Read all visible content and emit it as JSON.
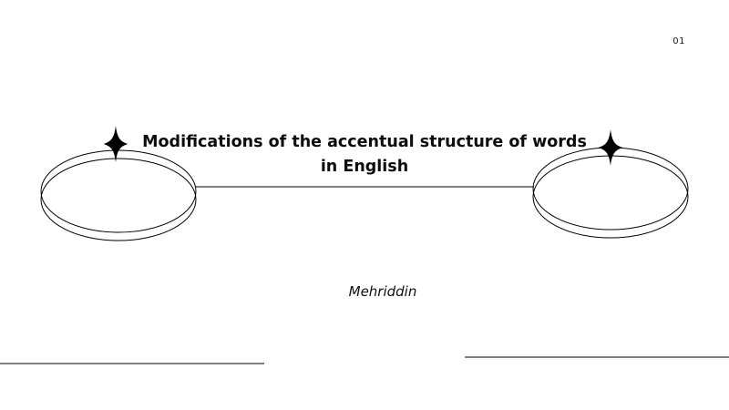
{
  "slide": {
    "page_number": "01",
    "title": "Modifications of the accentual structure of words in English",
    "author": "Mehriddin",
    "colors": {
      "background": "#ffffff",
      "ink": "#000000"
    },
    "icons": {
      "left_sparkle": "four-pointed-star",
      "right_sparkle": "four-pointed-star"
    }
  }
}
